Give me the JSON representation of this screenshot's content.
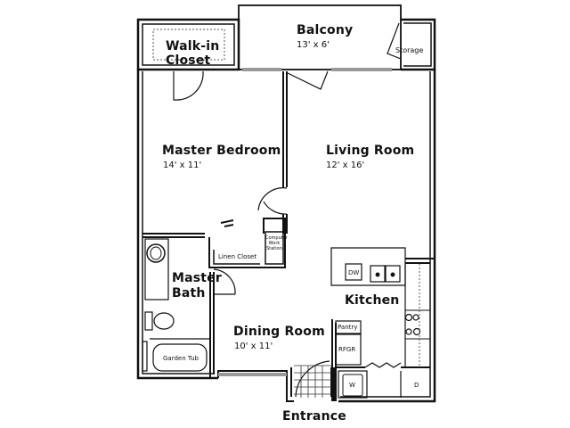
{
  "plan": {
    "rooms": [
      {
        "name": "Balcony",
        "size": "13' x 6'"
      },
      {
        "name": "Walk-in Closet",
        "line1": "Walk-in",
        "line2": "Closet"
      },
      {
        "name": "Storage"
      },
      {
        "name": "Master Bedroom",
        "size": "14' x 11'"
      },
      {
        "name": "Living Room",
        "size": "12' x 16'"
      },
      {
        "name": "Linen Closet"
      },
      {
        "name": "Computer Work Station",
        "line1": "Computer",
        "line2": "Work",
        "line3": "Station"
      },
      {
        "name": "Master Bath",
        "line1": "Master",
        "line2": "Bath"
      },
      {
        "name": "Kitchen"
      },
      {
        "name": "Dining Room",
        "size": "10' x 11'"
      },
      {
        "name": "Entrance"
      }
    ],
    "fixtures": {
      "dishwasher": "DW",
      "pantry": "Pantry",
      "refrigerator": "RFGR",
      "washer": "W",
      "dryer": "D",
      "tub": "Garden Tub"
    },
    "colors": {
      "wall": "#111111",
      "window": "#999999",
      "background": "#ffffff"
    }
  }
}
